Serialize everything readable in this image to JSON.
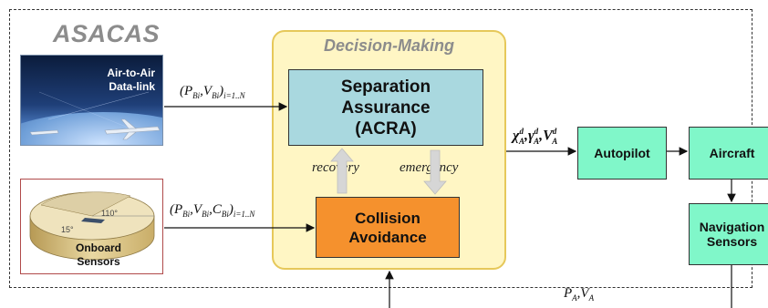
{
  "system_label": "ASACAS",
  "decision_making": {
    "title": "Decision-Making",
    "separation": {
      "line1": "Separation",
      "line2": "Assurance",
      "line3": "(ACRA)"
    },
    "collision": {
      "line1": "Collision",
      "line2": "Avoidance"
    },
    "recovery_label": "recovery",
    "emergency_label": "emergency"
  },
  "inputs": {
    "datalink": {
      "line1": "Air-to-Air",
      "line2": "Data-link"
    },
    "onboard": {
      "line1": "Onboard",
      "line2": "Sensors"
    },
    "sector_angles": [
      "110°",
      "15°"
    ]
  },
  "signals": {
    "datalink": {
      "P": "P",
      "Pi": "Bi",
      "V": "V",
      "Vi": "Bi",
      "range": "i=1..N"
    },
    "sensors": {
      "P": "P",
      "Pi": "Bi",
      "V": "V",
      "Vi": "Bi",
      "C": "C",
      "Ci": "Bi",
      "range": "i=1..N"
    },
    "command": {
      "chi": "χ",
      "gamma": "γ",
      "V": "V",
      "sup": "d",
      "sub": "A"
    },
    "state": {
      "P": "P",
      "V": "V",
      "sub": "A"
    }
  },
  "blocks": {
    "autopilot": "Autopilot",
    "aircraft": "Aircraft",
    "nav_line1": "Navigation",
    "nav_line2": "Sensors"
  },
  "colors": {
    "decision_fill": "#fff6c4",
    "decision_border": "#e6c85a",
    "separation_fill": "#a9d8df",
    "collision_fill": "#f5912d",
    "block_fill": "#80f7c9"
  }
}
